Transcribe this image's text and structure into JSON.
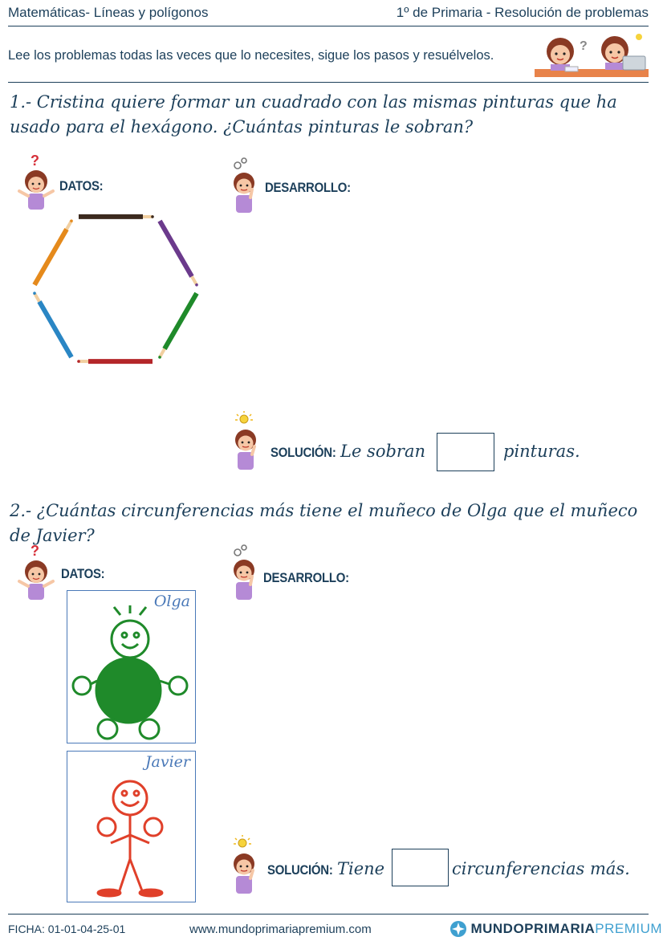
{
  "header": {
    "left": "Matemáticas- Líneas y polígonos",
    "right": "1º de Primaria - Resolución de problemas"
  },
  "instructions": "Lee los problemas todas las veces que lo necesites, sigue los pasos y resuélvelos.",
  "problem1": {
    "statement": "1.- Cristina quiere formar un cuadrado con las mismas pinturas que ha usado para el hexágono. ¿Cuántas pinturas le sobran?",
    "datos_label": "DATOS:",
    "desarrollo_label": "DESARROLLO:",
    "solucion_label": "SOLUCIÓN:",
    "solucion_before": "Le sobran",
    "solucion_after": "pinturas.",
    "pencil_colors": [
      "#3b2a1e",
      "#6b3a8c",
      "#1f8a2a",
      "#b4262a",
      "#2a86c4",
      "#e58a1c"
    ]
  },
  "problem2": {
    "statement": "2.- ¿Cuántas circunferencias más tiene el muñeco de Olga que el muñeco de Javier?",
    "datos_label": "DATOS:",
    "desarrollo_label": "DESARROLLO:",
    "solucion_label": "SOLUCIÓN:",
    "solucion_before": "Tiene",
    "solucion_after": "circunferencias más.",
    "olga_name": "Olga",
    "javier_name": "Javier",
    "olga_color": "#1f8a2a",
    "javier_color": "#e0402a"
  },
  "icons": {
    "datos": "question-mark-icon",
    "desarrollo": "gears-icon",
    "solucion": "lightbulb-icon",
    "question_glyph": "?"
  },
  "footer": {
    "ficha_label": "FICHA:",
    "ficha_code": "01-01-04-25-01",
    "website": "www.mundoprimariapremium.com",
    "brand_main": "MUNDOPRIMARIA",
    "brand_premium": "PREMIUM"
  }
}
